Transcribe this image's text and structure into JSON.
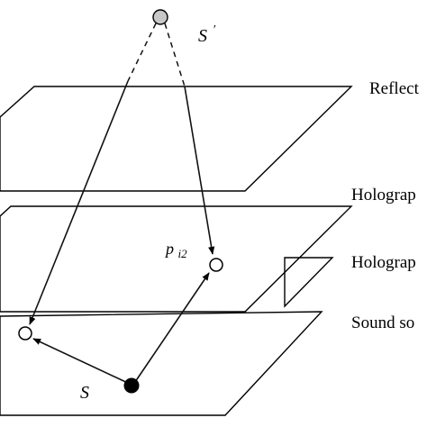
{
  "labels": {
    "reflecting_plane": "Reflect",
    "holographic_plane_1": "Holograp",
    "holographic_plane_2": "Holograp",
    "sound_source_plane": "Sound so"
  },
  "points": {
    "image_source": "S",
    "image_source_prime": "′",
    "source": "S",
    "hologram_point": "p",
    "hologram_point_subscript": "i2"
  },
  "colors": {
    "line": "#000000",
    "image_source_fill": "#c8c8c8",
    "source_fill": "#000000",
    "open_point_fill": "#ffffff"
  }
}
